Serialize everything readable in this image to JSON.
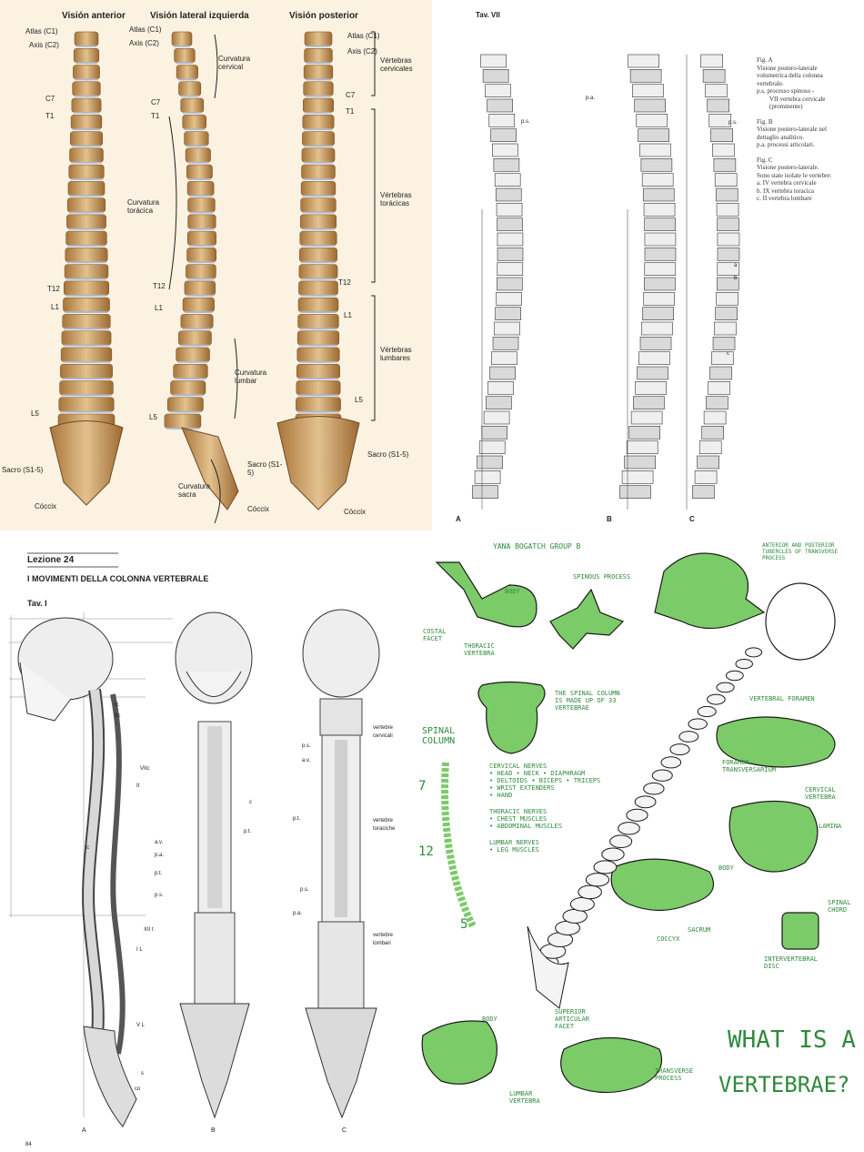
{
  "panel1": {
    "headings": [
      "Visión anterior",
      "Visión lateral izquierda",
      "Visión posterior"
    ],
    "anterior_labels": [
      "Atlas (C1)",
      "Axis (C2)",
      "C7",
      "T1",
      "T12",
      "L1",
      "L5",
      "Sacro (S1-5)",
      "Cóccix"
    ],
    "lateral_labels": [
      "Atlas (C1)",
      "Axis (C2)",
      "C7",
      "T1",
      "T12",
      "L1",
      "L5",
      "Sacro (S1-5)",
      "Cóccix"
    ],
    "curvatures": [
      "Curvatura cervical",
      "Curvatura torácica",
      "Curvatura lumbar",
      "Curvatura sacra"
    ],
    "posterior_labels": [
      "Atlas (C1)",
      "Axis (C2)",
      "C7",
      "T1",
      "T12",
      "L1",
      "L5",
      "Sacro (S1-5)",
      "Cóccix"
    ],
    "regions": [
      "Vértebras cervicales",
      "Vértebras torácicas",
      "Vértebras lumbares"
    ],
    "colors": {
      "bone": "#c89a5a",
      "disc": "#a9b7d3",
      "bg": "#fbf2e2"
    }
  },
  "panel2": {
    "title": "Tav. VII",
    "captions": [
      "Fig. A",
      "Visione postero-laterale",
      "volumetrica della colonna",
      "vertebrale.",
      "p.s.  processo spinoso -",
      "VII vertebra cervicale",
      "(prominente)",
      "Fig. B",
      "Visione postero-laterale nel",
      "dettaglio analitico.",
      "p.a.  processi articolari.",
      "Fig. C",
      "Visione postero-laterale.",
      "Sono state isolate le vertebre:",
      "a.  IV vertebra cervicale",
      "b.  IX vertebra toracica",
      "c.  II vertebra lombare"
    ],
    "figure_letters": [
      "A",
      "B",
      "C"
    ],
    "marks": [
      "p.s.",
      "p.a.",
      "p.s.",
      "a",
      "b",
      "c"
    ]
  },
  "panel3": {
    "lesson": "Lezione 24",
    "title": "I MOVIMENTI DELLA COLONNA VERTEBRALE",
    "tav": "Tav. I",
    "figA_marks": [
      "Ic",
      "IIc",
      "VIIc",
      "It",
      "c",
      "a.v.",
      "p.a.",
      "p.t.",
      "p.s.",
      "XII t",
      "I L",
      "V L",
      "s",
      "co"
    ],
    "figB_marks": [
      "c",
      "p.t."
    ],
    "figC_marks": [
      "p.s.",
      "a.v.",
      "p.t.",
      "p.s.",
      "p.a."
    ],
    "regions": [
      "vertebre cervicali",
      "vertebre toraciche",
      "vertebre lombari"
    ],
    "figure_letters": [
      "A",
      "B",
      "C"
    ],
    "page_number": "84"
  },
  "panel4": {
    "author": "YANA BOGATCH  GROUP B",
    "labels": [
      "BODY",
      "COSTAL FACET",
      "THORACIC VERTEBRA",
      "SPINOUS PROCESS",
      "ANTERIOR AND POSTERIOR TUBERCLES OF TRANSVERSE PROCESS",
      "VERTEBRAL FORAMEN",
      "FORAMEN TRANSVERSARIUM",
      "CERVICAL VERTEBRA",
      "LAMINA",
      "BODY",
      "SPINAL CHORD",
      "INTERVERTEBRAL DISC",
      "SUPERIOR ARTICULAR FACET",
      "BODY",
      "LUMBAR VERTEBRA",
      "TRANSVERSE PROCESS",
      "SACRUM",
      "COCCYX"
    ],
    "spinal_title": "SPINAL COLUMN",
    "column_note": "THE SPINAL COLUMN IS MADE UP OF 33 VERTEBRAE",
    "counts": [
      "7",
      "12",
      "5"
    ],
    "nerve_notes": [
      "CERVICAL NERVES",
      "• HEAD • NECK • DIAPHRAGM",
      "• DELTOIDS • BICEPS • TRICEPS",
      "• WRIST EXTENDERS",
      "• HAND",
      "THORACIC NERVES",
      "• CHEST MUSCLES",
      "• ABDOMINAL MUSCLES",
      "LUMBAR NERVES",
      "• LEG MUSCLES"
    ],
    "question": [
      "WHAT IS A",
      "VERTEBRAE?"
    ],
    "colors": {
      "green": "#6dbf5a",
      "ink": "#2f8a3c",
      "dark": "#1a1a1a"
    }
  }
}
